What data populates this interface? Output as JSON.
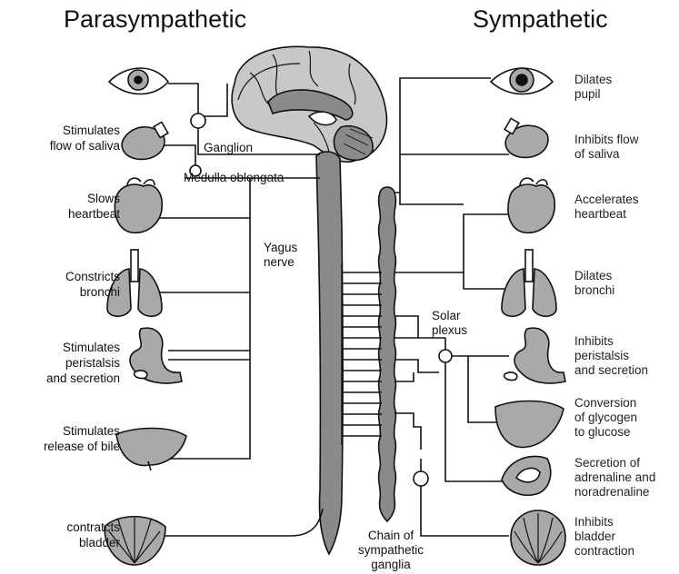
{
  "titles": {
    "left": "Parasympathetic",
    "right": "Sympathetic"
  },
  "parasympathetic_effects": [
    "",
    "Stimulates\nflow of saliva",
    "Slows\nheartbeat",
    "Constricts\nbronchi",
    "Stimulates\nperistalsis\nand secretion",
    "Stimulates\nrelease of bile",
    "contratcts\nbladder"
  ],
  "sympathetic_effects": [
    "Dilates\npupil",
    "Inhibits flow\nof saliva",
    "Accelerates\nheartbeat",
    "Dilates\nbronchi",
    "Inhibits\nperistalsis\nand secretion",
    "Conversion\nof glycogen\nto glucose",
    "Secretion of\nadrenaline and\nnoradrenaline",
    "Inhibits\nbladder\ncontraction"
  ],
  "structure_labels": {
    "ganglion": "Ganglion",
    "medulla": "Medulla oblongata",
    "vagus": "Yagus\nnerve",
    "solar_plexus": "Solar\nplexus",
    "chain": "Chain of\nsympathetic\nganglia"
  },
  "colors": {
    "organ_fill": "#a9a9a9",
    "line": "#111111",
    "brain_light": "#c8c8c8",
    "brain_dark": "#8a8a8a"
  },
  "icons": {
    "eye": "eye-icon",
    "salivary": "salivary-gland-icon",
    "heart": "heart-icon",
    "lungs": "lungs-icon",
    "stomach": "stomach-icon",
    "liver": "liver-icon",
    "adrenal": "adrenal-gland-icon",
    "bladder": "bladder-icon",
    "brain": "brain-icon",
    "spinal_cord": "spinal-cord-icon"
  }
}
